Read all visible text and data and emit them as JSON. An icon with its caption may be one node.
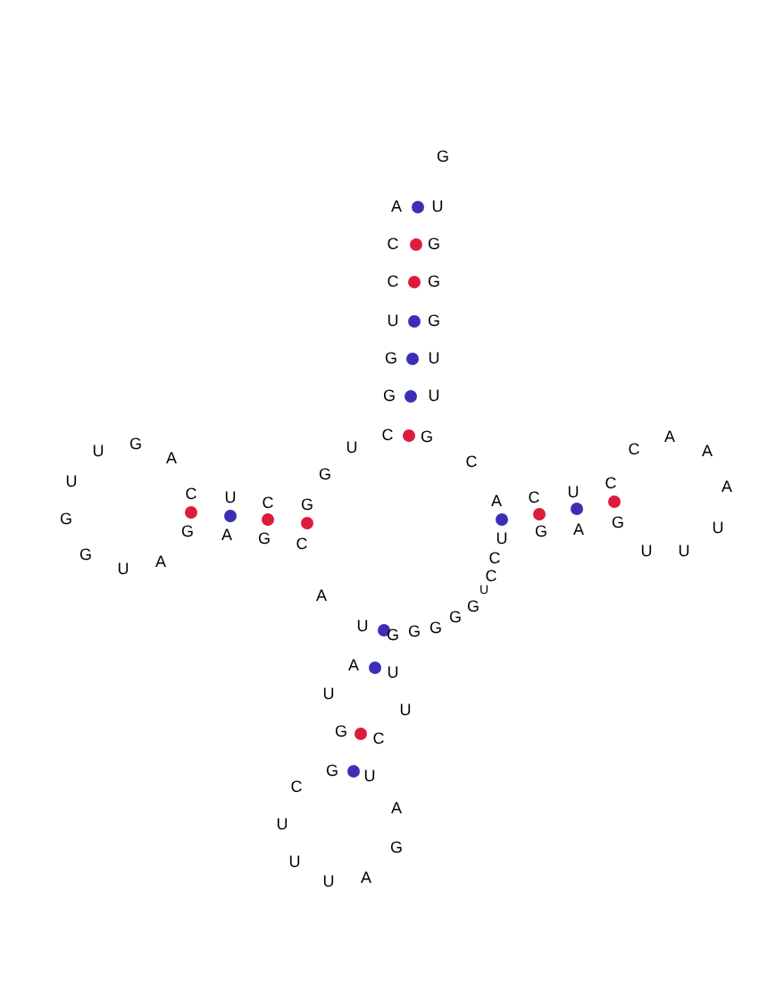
{
  "diagram": {
    "labels": [
      "G",
      "A",
      "U",
      "C",
      "G",
      "C",
      "G",
      "U",
      "G",
      "G",
      "U",
      "G",
      "U",
      "C",
      "G",
      "A",
      "G",
      "U",
      "C",
      "U",
      "A",
      "A",
      "C",
      "G",
      "U",
      "A",
      "C",
      "U",
      "C",
      "C",
      "U",
      "A",
      "C",
      "G",
      "G",
      "G",
      "U",
      "A",
      "G",
      "G",
      "A",
      "G",
      "U",
      "C",
      "U",
      "U",
      "G",
      "C",
      "A",
      "U",
      "C",
      "U",
      "A",
      "G",
      "G",
      "U",
      "G",
      "G",
      "G",
      "A",
      "U",
      "U",
      "U",
      "G",
      "C",
      "G",
      "U",
      "C",
      "A",
      "U",
      "G",
      "U",
      "A",
      "U"
    ]
  }
}
